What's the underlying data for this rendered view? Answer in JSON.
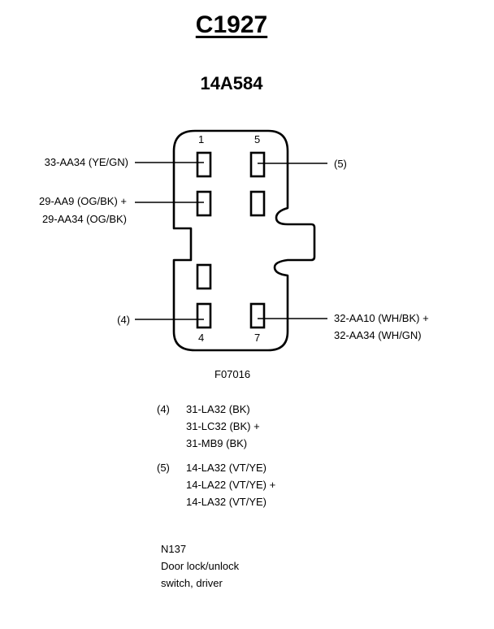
{
  "connector_id": "C1927",
  "part_number": "14A584",
  "figure_ref": "F07016",
  "pin_numbers": {
    "pin1": "1",
    "pin5": "5",
    "pin4": "4",
    "pin7": "7"
  },
  "wires": {
    "pin1": "33-AA34 (YE/GN)",
    "pin2_line1": "29-AA9 (OG/BK) +",
    "pin2_line2": "29-AA34 (OG/BK)",
    "pin4": "(4)",
    "pin5": "(5)",
    "pin7_line1": "32-AA10  (WH/BK) +",
    "pin7_line2": "32-AA34 (WH/GN)"
  },
  "notes": [
    {
      "ref": "(4)",
      "lines": [
        "31-LA32 (BK)",
        "31-LC32 (BK) +",
        "31-MB9 (BK)"
      ]
    },
    {
      "ref": "(5)",
      "lines": [
        "14-LA32 (VT/YE)",
        "14-LA22 (VT/YE) +",
        "14-LA32 (VT/YE)"
      ]
    }
  ],
  "component": {
    "code": "N137",
    "desc_line1": "Door lock/unlock",
    "desc_line2": "switch, driver"
  }
}
